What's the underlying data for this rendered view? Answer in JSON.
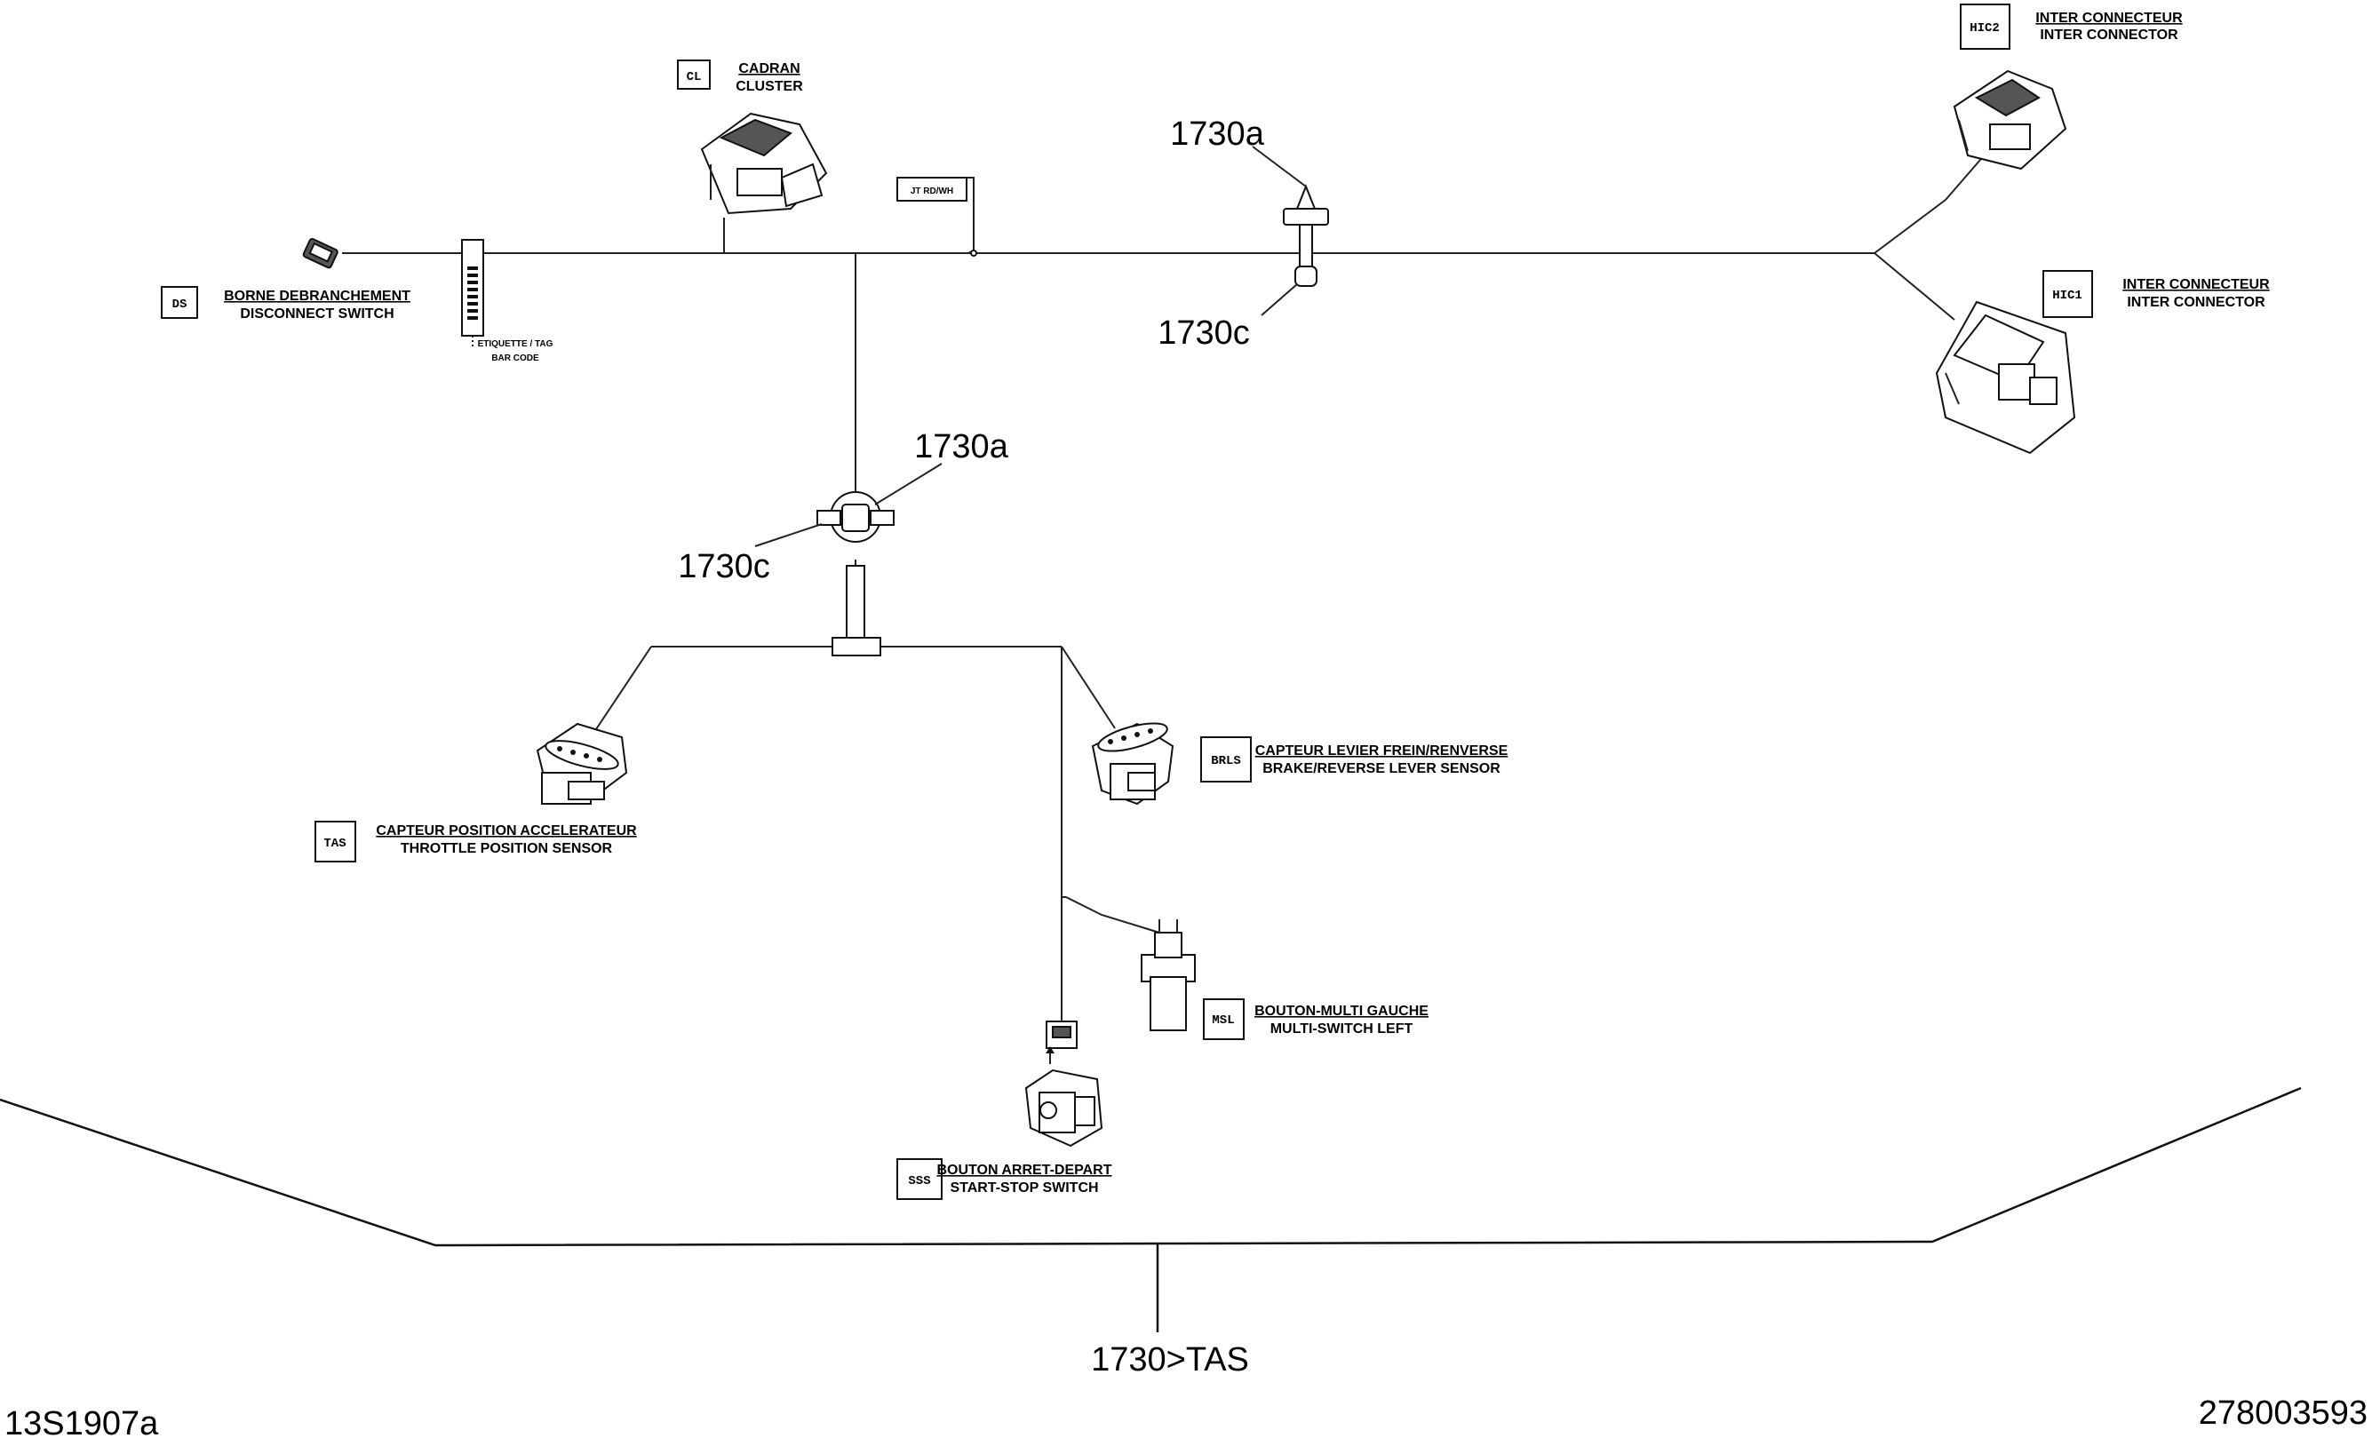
{
  "components": {
    "cluster": {
      "code": "CL",
      "fr": "CADRAN",
      "en": "CLUSTER"
    },
    "disconnect_switch": {
      "code": "DS",
      "fr": "BORNE DEBRANCHEMENT",
      "en": "DISCONNECT SWITCH"
    },
    "hic2": {
      "code": "HIC2",
      "fr": "INTER CONNECTEUR",
      "en": "INTER CONNECTOR"
    },
    "hic1": {
      "code": "HIC1",
      "fr": "INTER CONNECTEUR",
      "en": "INTER CONNECTOR"
    },
    "throttle_sensor": {
      "code": "TAS",
      "fr": "CAPTEUR POSITION ACCELERATEUR",
      "en": "THROTTLE POSITION SENSOR"
    },
    "brake_sensor": {
      "code": "BRLS",
      "fr": "CAPTEUR LEVIER FREIN/RENVERSE",
      "en": "BRAKE/REVERSE LEVER SENSOR"
    },
    "multi_switch": {
      "code": "MSL",
      "fr": "BOUTON-MULTI GAUCHE",
      "en": "MULTI-SWITCH LEFT"
    },
    "start_stop": {
      "code": "SSS",
      "fr": "BOUTON ARRET-DEPART",
      "en": "START-STOP SWITCH"
    }
  },
  "tags": {
    "junction": "JT RD/WH",
    "barcode_line1": "ETIQUETTE / TAG",
    "barcode_line2": "BAR CODE"
  },
  "callouts": {
    "top_a": "1730a",
    "top_c": "1730c",
    "mid_a": "1730a",
    "mid_c": "1730c",
    "bottom": "1730>TAS"
  },
  "footer": {
    "left_code": "13S1907a",
    "right_code": "278003593"
  }
}
